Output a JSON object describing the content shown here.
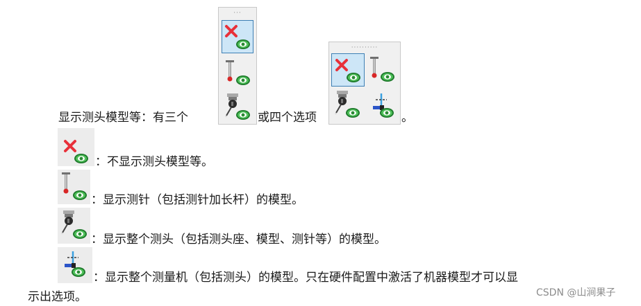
{
  "intro": {
    "label": "显示测头模型等：有三个",
    "connector": "或四个选项",
    "end": "。"
  },
  "toolbar_three": {
    "grip": "···",
    "options": [
      {
        "icon": "hide-probe-icon",
        "selected": true
      },
      {
        "icon": "stylus-icon",
        "selected": false
      },
      {
        "icon": "probe-head-icon",
        "selected": false
      }
    ]
  },
  "toolbar_four": {
    "grip": "··········",
    "options": [
      {
        "icon": "hide-probe-icon",
        "selected": true
      },
      {
        "icon": "stylus-icon",
        "selected": false
      },
      {
        "icon": "probe-head-icon",
        "selected": false
      },
      {
        "icon": "machine-icon",
        "selected": false
      }
    ]
  },
  "options": [
    {
      "icon": "hide-probe-icon",
      "text": "：不显示测头模型等。"
    },
    {
      "icon": "stylus-icon",
      "text": "：显示测针（包括测针加长杆）的模型。"
    },
    {
      "icon": "probe-head-icon",
      "text": "：显示整个测头（包括测头座、模型、测针等）的模型。"
    },
    {
      "icon": "machine-icon",
      "text": "：显示整个测量机（包括测头）的模型。只在硬件配置中激活了机器模型才可以显",
      "continuation": "示出选项。"
    }
  ],
  "watermark": "CSDN @山涧果子",
  "colors": {
    "selected_bg": "#cde6f7",
    "selected_border": "#3d7fb4",
    "toolbar_bg": "#f0f0f0",
    "eye_green": "#2e9a3e",
    "cross_red": "#e8303a"
  }
}
